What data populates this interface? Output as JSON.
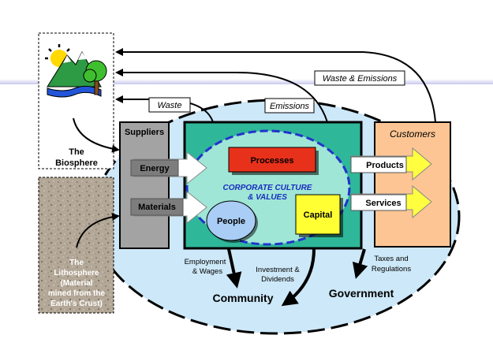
{
  "biosphere_label": [
    "The",
    "Biosphere"
  ],
  "lithosphere_label": [
    "The",
    "Lithosphere",
    "(Material",
    "mined from the",
    "Earth's Crust)"
  ],
  "suppliers_label": "Suppliers",
  "customers_label": "Customers",
  "inputs": {
    "energy": "Energy",
    "materials": "Materials"
  },
  "core": {
    "processes": "Processes",
    "culture": [
      "CORPORATE CULTURE",
      "& VALUES"
    ],
    "people": "People",
    "capital": "Capital"
  },
  "outputs": {
    "products": "Products",
    "services": "Services"
  },
  "flow_labels": {
    "waste": "Waste",
    "emissions": "Emissions",
    "waste_emissions": "Waste & Emissions"
  },
  "stakeholder_flows": {
    "employment": [
      "Employment",
      "& Wages"
    ],
    "investment": [
      "Investment &",
      "Dividends"
    ],
    "taxes": [
      "Taxes and",
      "Regulations"
    ]
  },
  "stakeholders": {
    "community": "Community",
    "government": "Government"
  },
  "colors": {
    "outer_ellipse_fill": "#cde8f8",
    "company_fill": "#2fb79a",
    "culture_fill": "#9fe6d6",
    "processes_fill": "#e8311a",
    "people_fill": "#a9cdf4",
    "capital_fill": "#ffff33",
    "suppliers_fill": "#a3a3a3",
    "customers_fill": "#fcc593",
    "arrow_fill": "#ffff40",
    "dash_blue": "#2233cc"
  }
}
